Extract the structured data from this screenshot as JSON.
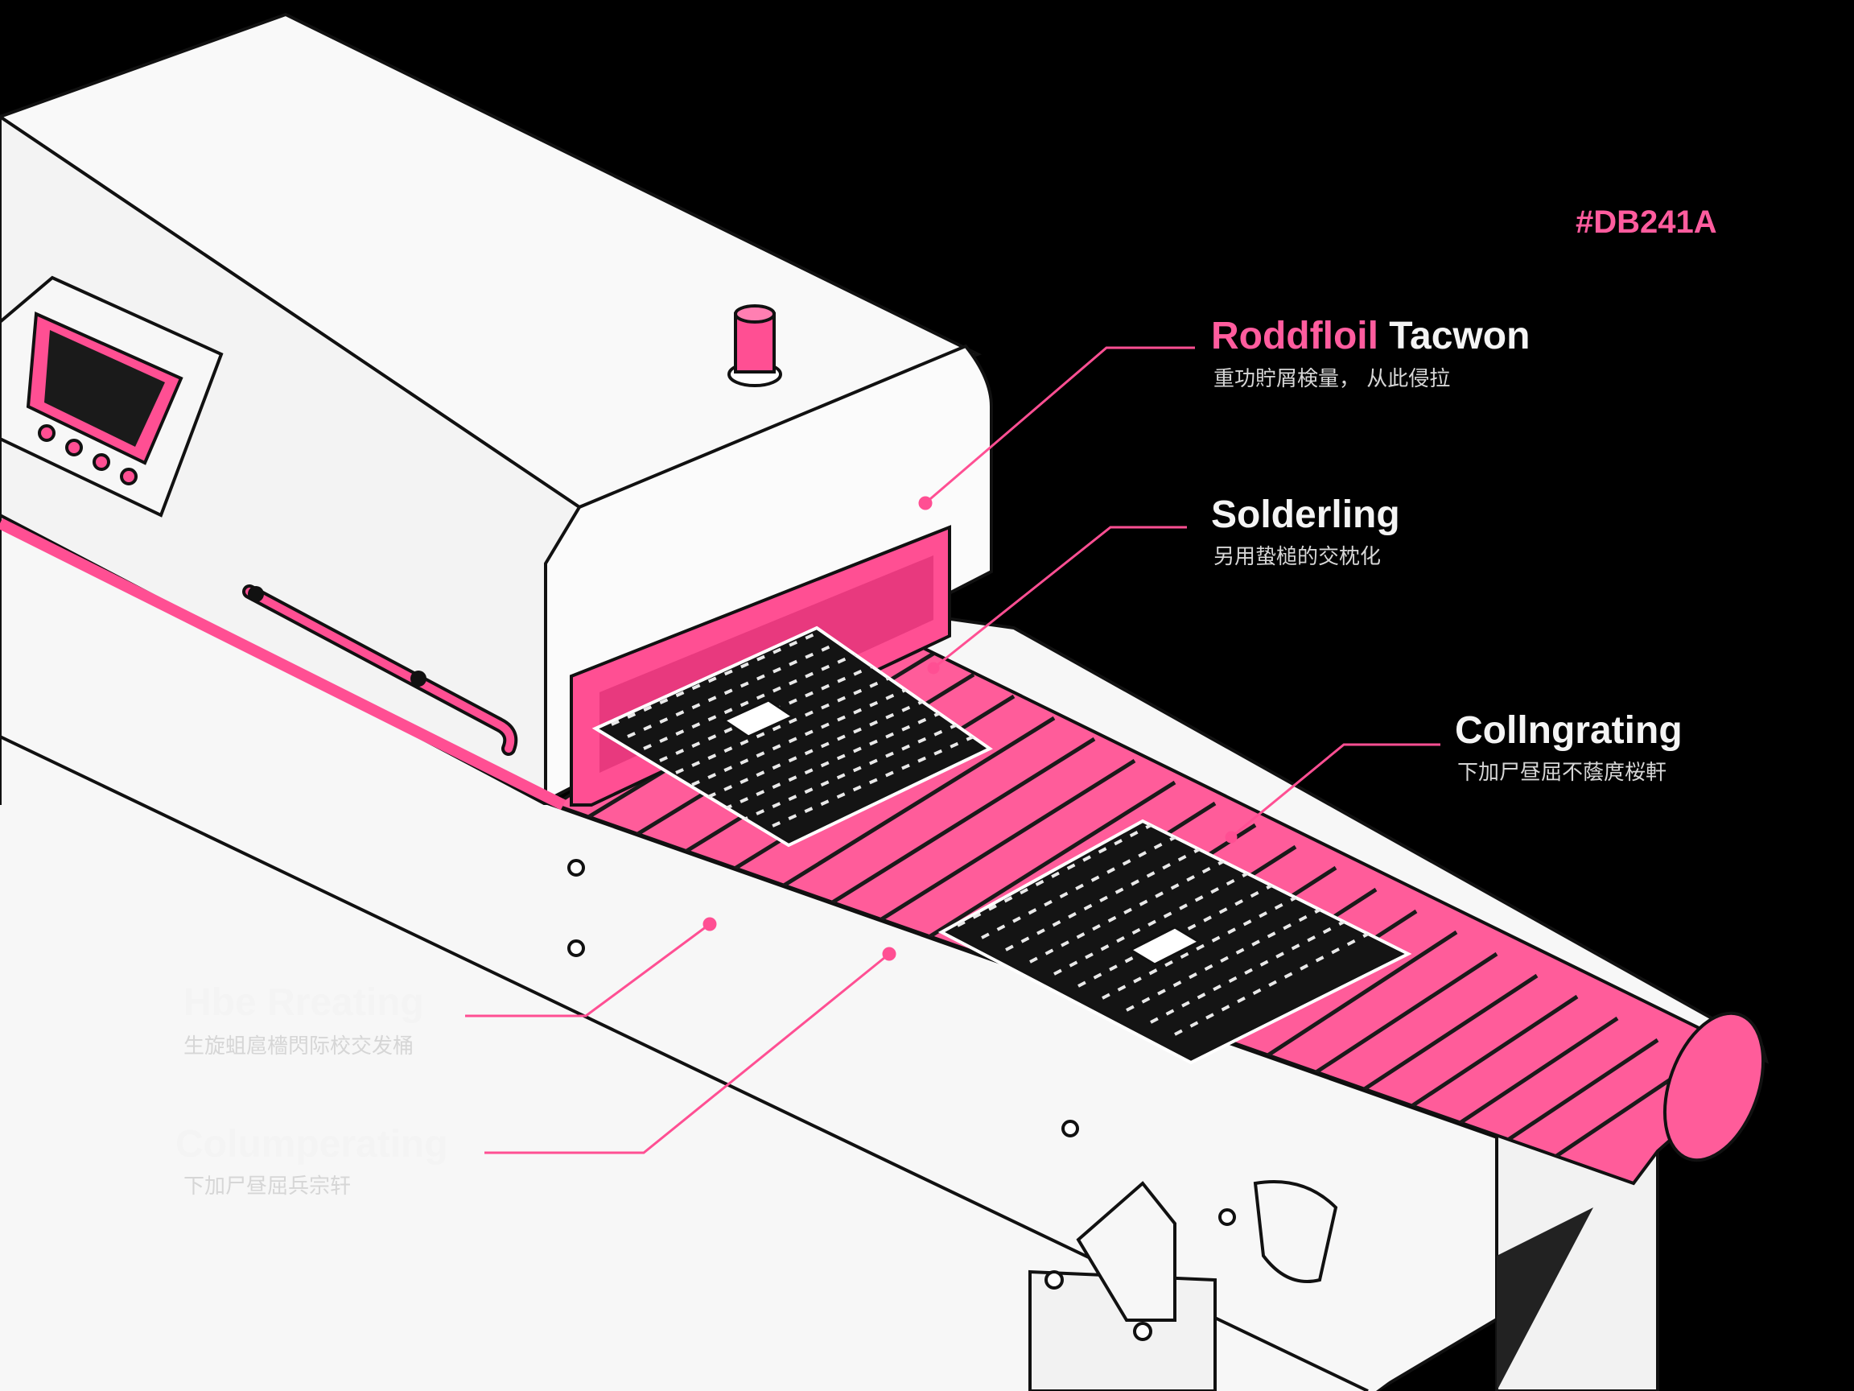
{
  "colors": {
    "background": "#000000",
    "machine_body": "#f7f7f7",
    "outline": "#111111",
    "accent_pink": "#ff4f93",
    "label_white": "#f4f4f4",
    "sub_gray": "#d6d6d6"
  },
  "color_code": "#DB241A",
  "labels": {
    "reflow": {
      "title_part1": "Roddfloil",
      "title_part2": "Tacwon",
      "subtitle": "重功貯屑検量， 从此侵拉"
    },
    "soldering": {
      "title": "Solderling",
      "subtitle": "另用蛰槌的交枕化"
    },
    "collngrating": {
      "title": "Collngrating",
      "subtitle": "下加尸昼屈不蔭庹桜軒"
    },
    "preheating": {
      "title": "Hbe Rreating",
      "subtitle": "生旋蛆扈檣閃际校交发桶"
    },
    "columperating": {
      "title": "Columperating",
      "subtitle": "下加尸昼屈兵宗轩"
    }
  }
}
